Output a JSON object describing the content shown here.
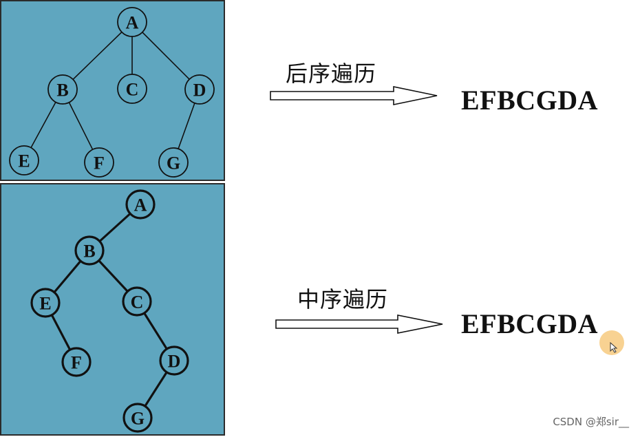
{
  "top_section": {
    "tree_nodes": [
      "A",
      "B",
      "C",
      "D",
      "E",
      "F",
      "G"
    ],
    "caption": "后序遍历",
    "result": "EFBCGDA"
  },
  "bottom_section": {
    "tree_nodes": [
      "A",
      "B",
      "E",
      "C",
      "F",
      "D",
      "G"
    ],
    "caption": "中序遍历",
    "result": "EFBCGDA"
  },
  "colors": {
    "panel_background": "#5fa6bf",
    "node_fill": "#5fa6bf",
    "stroke": "#111111"
  },
  "watermark": "CSDN @郑sir__"
}
